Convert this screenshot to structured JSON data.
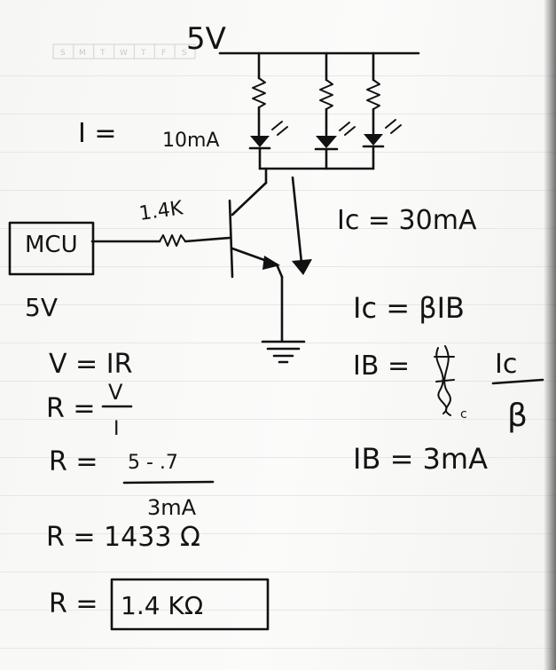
{
  "calendar_strip": [
    "S",
    "M",
    "T",
    "W",
    "T",
    "F",
    "S"
  ],
  "circuit": {
    "supply_label": "5V",
    "current_label": "I =",
    "current_value": "10mA",
    "resistor_label": "1.4K",
    "mcu_label": "MCU",
    "mcu_voltage": "5V"
  },
  "equations_right": {
    "ic_value": "Ic = 30mA",
    "ic_formula": "Ic = βIB",
    "ib_lhs": "IB =",
    "ib_numerator": "Ic",
    "ib_denominator": "β",
    "ib_value": "IB = 3mA"
  },
  "equations_left": {
    "ohms_law": "V = IR",
    "r_lhs": "R =",
    "r_numerator": "V",
    "r_denominator": "I",
    "r_sub_lhs": "R =",
    "r_sub_numerator": "5 - .7",
    "r_sub_denominator": "3mA",
    "r_calc": "R = 1433 Ω",
    "r_final_lhs": "R =",
    "r_final_value": "1.4 KΩ"
  },
  "colors": {
    "ink": "#111111",
    "paper": "#f8f8f6",
    "rule": "#e7e7e4"
  }
}
